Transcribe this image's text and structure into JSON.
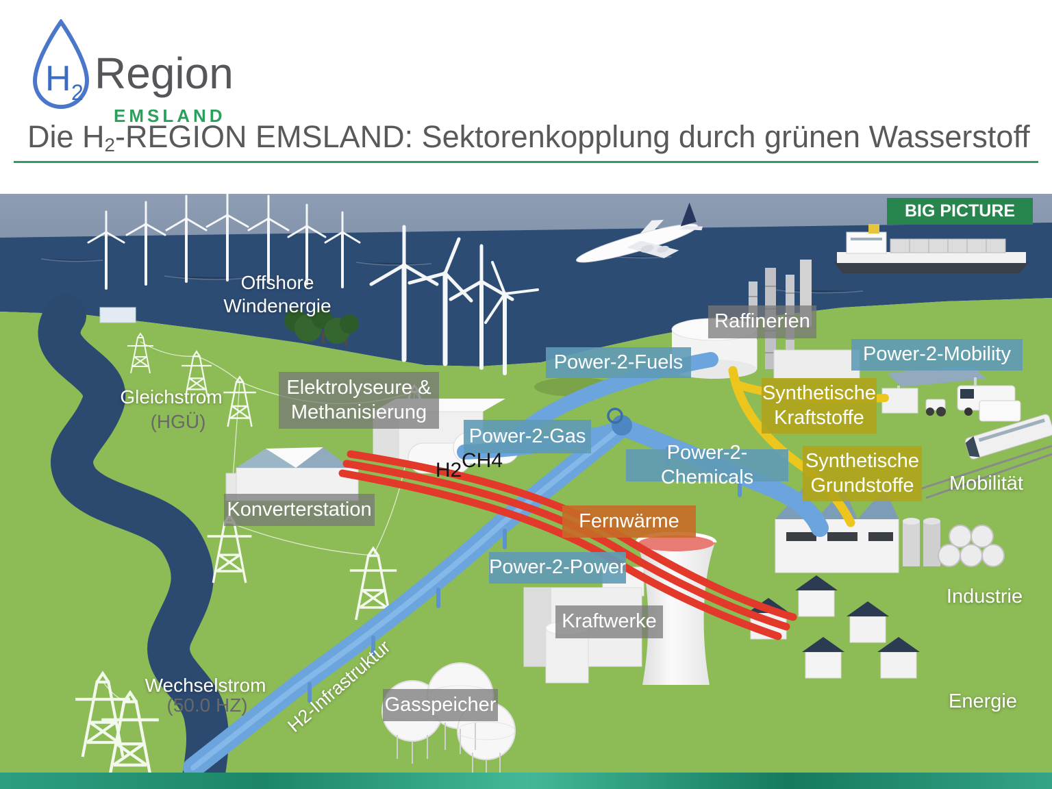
{
  "header": {
    "logo": {
      "h": "H",
      "sub": "2",
      "region": "Region",
      "emsland": "EMSLAND"
    },
    "title": {
      "prefix": "Die H",
      "sub": "2",
      "rest": "-REGION EMSLAND: Sektorenkopplung durch grünen Wasserstoff"
    }
  },
  "badge": {
    "label": "BIG PICTURE"
  },
  "labels": {
    "offshore_wind": "Offshore Windenergie",
    "raffinerien": "Raffinerien",
    "power_2_fuels": "Power-2-Fuels",
    "power_2_mobility": "Power-2-Mobility",
    "gleichstrom": "Gleichstrom",
    "hgue": "(HGÜ)",
    "elektrolyseure": "Elektrolyseure &\nMethanisierung",
    "synthetische_kraftstoffe": "Synthetische\nKraftstoffe",
    "power_2_gas": "Power-2-Gas",
    "ch4": "CH4",
    "h2": "H2",
    "power_2_chemicals": "Power-2-Chemicals",
    "synthetische_grundstoffe": "Synthetische\nGrundstoffe",
    "mobilitaet": "Mobilität",
    "konverterstation": "Konverterstation",
    "fernwaerme": "Fernwärme",
    "power_2_power": "Power-2-Power",
    "industrie": "Industrie",
    "kraftwerke": "Kraftwerke",
    "wechselstrom": "Wechselstrom",
    "frequency": "(50.0 HZ)",
    "h2_infrastruktur": "H2-Infrastruktur",
    "gasspeicher": "Gasspeicher",
    "energie": "Energie"
  },
  "scene_elements": [
    "offshore-wind-turbine-icon",
    "power-pylon-icon",
    "airplane-icon",
    "container-ship-icon",
    "refinery-icon",
    "electrolyser-plant-icon",
    "gas-tank-icon",
    "converter-station-icon",
    "factory-icon",
    "solar-house-icon",
    "fuel-station-icon",
    "train-icon",
    "gas-storage-sphere-icon",
    "cooling-tower-icon",
    "river",
    "h2-pipeline",
    "district-heating-pipe",
    "synthetic-fuel-pipe"
  ],
  "palette": {
    "accent_green": "#2E9E5C",
    "badge_green": "#28854E",
    "title_gray": "#595959",
    "logo_blue": "#4A77C9",
    "logo_green": "#2BA05C",
    "sky": "#8494AB",
    "sea": "#2D4C74",
    "land": "#8DBB55",
    "pipe_blue": "#6CA4DD",
    "pipe_red": "#E2392B",
    "pipe_yellow": "#ECC51D",
    "box_gray": "#787878",
    "box_blue": "#5F9BB6",
    "box_yellow": "#B2A31A",
    "box_orange": "#C76A27"
  }
}
